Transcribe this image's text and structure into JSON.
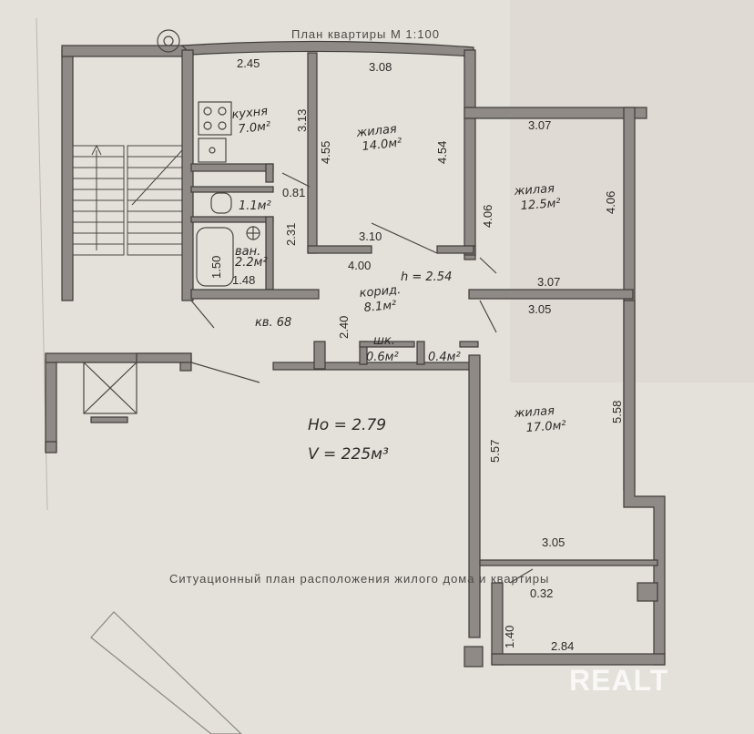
{
  "plan_title": "План квартиры М 1:100",
  "situation_title": "Ситуационный план расположения жилого дома и квартиры",
  "apartment_number": "кв. 68",
  "ceiling_height": "h = 2.54",
  "floor_height": "Hо = 2.79",
  "volume": "V = 225м³",
  "watermark": "REALT",
  "rooms": {
    "kitchen": {
      "name": "кухня",
      "area": "7.0м²"
    },
    "living1": {
      "name": "жилая",
      "area": "14.0м²"
    },
    "living2": {
      "name": "жилая",
      "area": "12.5м²"
    },
    "living3": {
      "name": "жилая",
      "area": "17.0м²"
    },
    "corridor": {
      "name": "корид.",
      "area": "8.1м²"
    },
    "bath": {
      "name": "ван.",
      "area": "2.2м²"
    },
    "wc": {
      "area": "1.1м²"
    },
    "closet1": {
      "name": "шк.",
      "area": "0.6м²"
    },
    "closet2": {
      "area": "0.4м²"
    }
  },
  "dimensions": {
    "kitchen_top": "2.45",
    "kitchen_side": "3.13",
    "living1_top": "3.08",
    "living1_left": "4.55",
    "living1_right": "4.54",
    "living1_bottom": "3.10",
    "wc_width": "0.81",
    "bath_height": "2.31",
    "bath_side": "1.50",
    "bath_bottom": "1.48",
    "corridor_top": "4.00",
    "corridor_side": "2.40",
    "living2_top": "3.07",
    "living2_left": "4.06",
    "living2_right": "4.06",
    "living2_bottom": "3.07",
    "living3_top": "3.05",
    "living3_left": "5.57",
    "living3_right": "5.58",
    "living3_bottom": "3.05",
    "balcony_depth": "0.32",
    "balcony_side": "1.40",
    "balcony_length": "2.84"
  }
}
